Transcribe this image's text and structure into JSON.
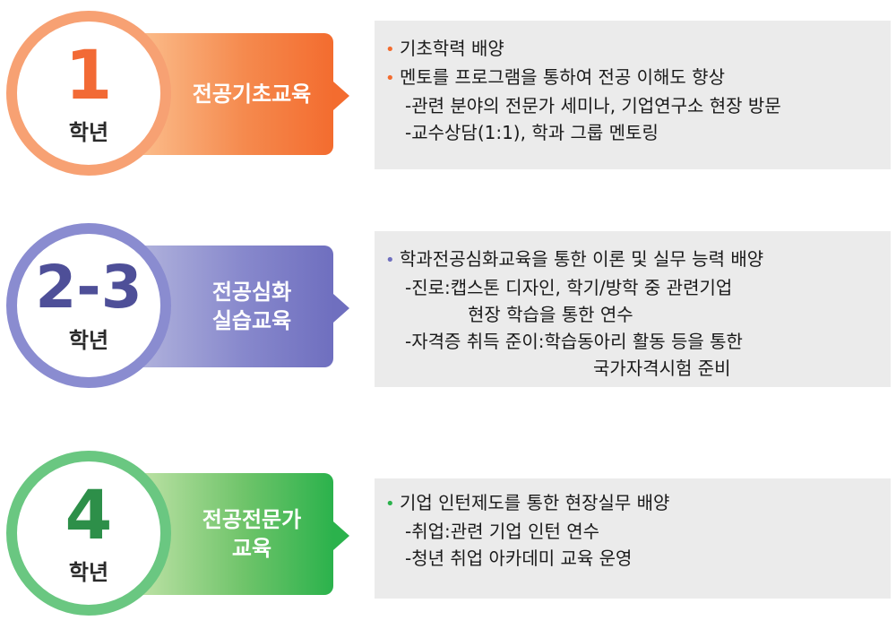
{
  "stages": [
    {
      "number": "1",
      "unit": "학년",
      "title_lines": [
        "전공기초교육"
      ],
      "bullets": [
        "기초학력 배양",
        "멘토를 프로그램을 통하여 전공 이해도 향상"
      ],
      "subs": [
        "-관련 분야의 전문가 세미나, 기업연구소 현장 방문",
        "-교수상담(1:1), 학과 그룹 멘토링"
      ],
      "color": "#f36c2f"
    },
    {
      "number": "2-3",
      "unit": "학년",
      "title_lines": [
        "전공심화",
        "실습교육"
      ],
      "bullets": [
        "학과전공심화교육을 통한 이론 및 실무 능력 배양"
      ],
      "subs": [
        "-진로:캡스톤 디자인, 학기/방학 중 관련기업",
        "현장 학습을 통한 연수",
        "-자격증 취득 준이:학습동아리 활동 등을 통한",
        "국가자격시험 준비"
      ],
      "color": "#6f6fbf"
    },
    {
      "number": "4",
      "unit": "학년",
      "title_lines": [
        "전공전문가",
        "교육"
      ],
      "bullets": [
        "기업 인턴제도를 통한 현장실무 배양"
      ],
      "subs": [
        "-취업:관련 기업 인턴 연수",
        "-청년 취업 아카데미 교육 운영"
      ],
      "color": "#2bb24c"
    }
  ],
  "bullet_glyph": "•"
}
